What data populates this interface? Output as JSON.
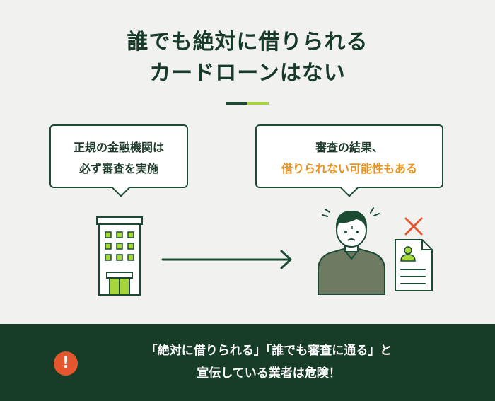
{
  "title": {
    "line1": "誰でも絶対に借りられる",
    "line2": "カードローンはない"
  },
  "bubble_left": {
    "line1": "正規の金融機関は",
    "line2": "必ず審査を実施"
  },
  "bubble_right": {
    "line1": "審査の結果、",
    "line2": "借りられない可能性もある"
  },
  "warning": {
    "icon": "!",
    "line1": "「絶対に借りられる」「誰でも審査に通る」と",
    "line2": "宣伝している業者は危険！"
  },
  "colors": {
    "dark_green": "#173d29",
    "accent_lime": "#a6d53c",
    "accent_orange": "#e8941f",
    "warning_red": "#e4572e",
    "cross_red": "#e4572e"
  },
  "icons": [
    "building-icon",
    "arrow-right-icon",
    "worried-person-icon",
    "document-icon",
    "cross-icon",
    "exclamation-icon"
  ]
}
